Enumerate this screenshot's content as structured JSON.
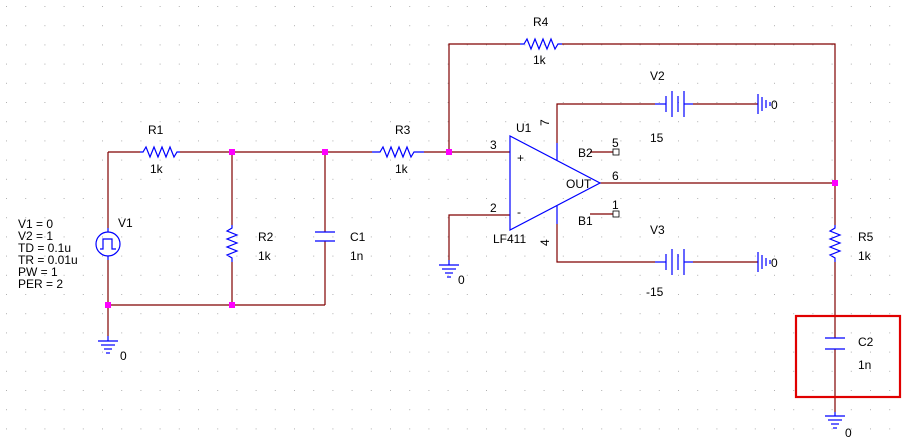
{
  "colors": {
    "wire": "#800000",
    "component": "#0000ff",
    "node": "#ff00ff",
    "selection": "#e00000",
    "grid_dot": "#b0b0b0",
    "text": "#000000"
  },
  "parts": {
    "r1": {
      "ref": "R1",
      "value": "1k"
    },
    "r2": {
      "ref": "R2",
      "value": "1k"
    },
    "r3": {
      "ref": "R3",
      "value": "1k"
    },
    "r4": {
      "ref": "R4",
      "value": "1k"
    },
    "r5": {
      "ref": "R5",
      "value": "1k"
    },
    "c1": {
      "ref": "C1",
      "value": "1n"
    },
    "c2": {
      "ref": "C2",
      "value": "1n"
    },
    "v1": {
      "ref": "V1",
      "params": [
        "V1 = 0",
        "V2 = 1",
        "TD = 0.1u",
        "TR = 0.01u",
        "PW = 1",
        "PER = 2"
      ]
    },
    "v2": {
      "ref": "V2",
      "value": "15"
    },
    "v3": {
      "ref": "V3",
      "value": "-15"
    },
    "u1": {
      "ref": "U1",
      "model": "LF411",
      "plus": "+",
      "minus": "-",
      "out": "OUT",
      "b2": "B2",
      "b1": "B1",
      "pins": {
        "p3": "3",
        "p2": "2",
        "p6": "6",
        "p7": "7",
        "p4": "4",
        "p5": "5",
        "p1": "1"
      }
    }
  },
  "grounds": {
    "label": "0"
  },
  "selection": {
    "target": "C2"
  }
}
